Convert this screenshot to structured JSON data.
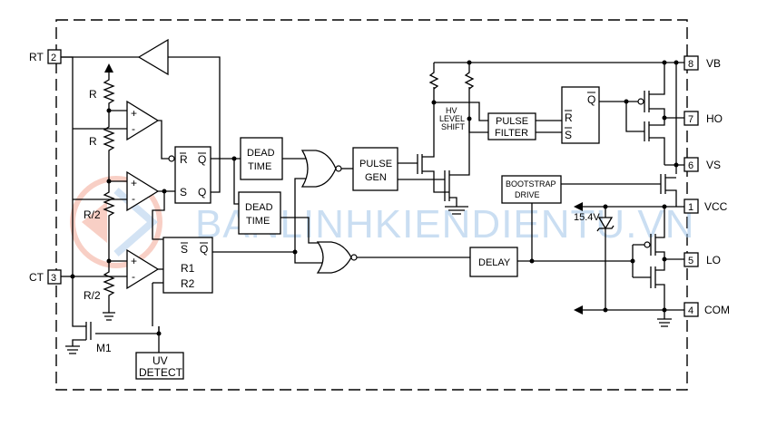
{
  "pins": {
    "rt": {
      "label": "RT",
      "num": "2"
    },
    "ct": {
      "label": "CT",
      "num": "3"
    },
    "vb": {
      "label": "VB",
      "num": "8"
    },
    "ho": {
      "label": "HO",
      "num": "7"
    },
    "vs": {
      "label": "VS",
      "num": "6"
    },
    "vcc": {
      "label": "VCC",
      "num": "1"
    },
    "lo": {
      "label": "LO",
      "num": "5"
    },
    "com": {
      "label": "COM",
      "num": "4"
    }
  },
  "resistors": {
    "r_top": "R",
    "r_mid": "R",
    "r_half1": "R/2",
    "r_half2": "R/2"
  },
  "opamp_signs": {
    "plus": "+",
    "minus": "-"
  },
  "latch_top": {
    "r": "R",
    "q": "Q",
    "s": "S",
    "q2": "Q"
  },
  "latch_bottom": {
    "s": "S",
    "q": "Q",
    "r1": "R1",
    "r2": "R2"
  },
  "dead_time_1": {
    "line1": "DEAD",
    "line2": "TIME"
  },
  "dead_time_2": {
    "line1": "DEAD",
    "line2": "TIME"
  },
  "pulse_gen": {
    "line1": "PULSE",
    "line2": "GEN"
  },
  "hv_level_shift": {
    "line1": "HV",
    "line2": "LEVEL",
    "line3": "SHIFT"
  },
  "pulse_filter": {
    "line1": "PULSE",
    "line2": "FILTER"
  },
  "hs_latch": {
    "r": "R",
    "s": "S",
    "q": "Q"
  },
  "bootstrap": {
    "line1": "BOOTSTRAP",
    "line2": "DRIVE"
  },
  "delay": {
    "label": "DELAY"
  },
  "zener_label": "15.4V",
  "uv_detect": {
    "line1": "UV",
    "line2": "DETECT"
  },
  "m1_label": "M1",
  "watermark": "BANLINHKIENDIENTU.VN"
}
